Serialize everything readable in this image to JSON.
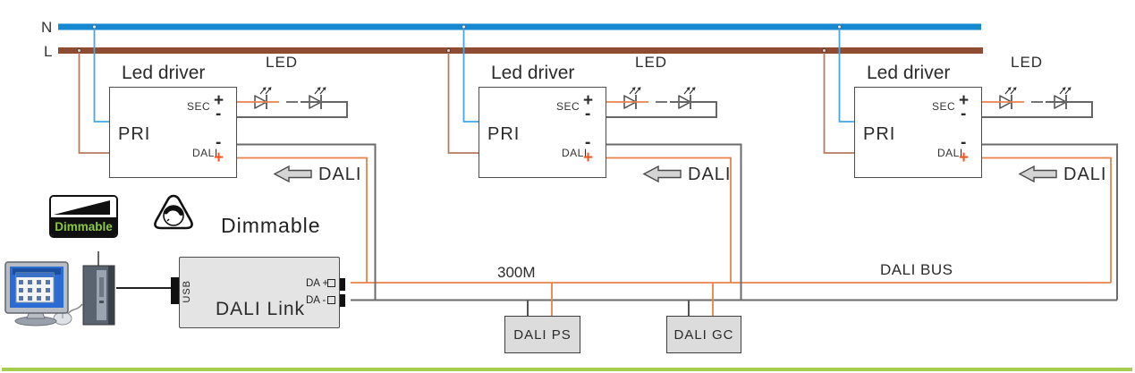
{
  "bus": {
    "neutral_label": "N",
    "live_label": "L"
  },
  "drivers": [
    {
      "title": "Led driver",
      "pri": "PRI",
      "sec": "SEC",
      "dali": "DALI",
      "sec_plus": "+",
      "sec_minus": "-",
      "dali_minus": "-",
      "dali_plus": "+",
      "led_label": "LED",
      "arrow_label": "DALI"
    },
    {
      "title": "Led driver",
      "pri": "PRI",
      "sec": "SEC",
      "dali": "DALI",
      "sec_plus": "+",
      "sec_minus": "-",
      "dali_minus": "-",
      "dali_plus": "+",
      "led_label": "LED",
      "arrow_label": "DALI"
    },
    {
      "title": "Led driver",
      "pri": "PRI",
      "sec": "SEC",
      "dali": "DALI",
      "sec_plus": "+",
      "sec_minus": "-",
      "dali_minus": "-",
      "dali_plus": "+",
      "led_label": "LED",
      "arrow_label": "DALI"
    }
  ],
  "controller": {
    "name": "DALI Link",
    "usb": "USB",
    "da_plus": "DA +",
    "da_minus": "DA -"
  },
  "dimmable": {
    "badge_text": "Dimmable",
    "caption": "Dimmable"
  },
  "bus_annotations": {
    "length": "300M",
    "bus_name": "DALI BUS"
  },
  "devices": [
    {
      "label": "DALI PS"
    },
    {
      "label": "DALI GC"
    }
  ],
  "colors": {
    "neutral_bus": "#1688d2",
    "live_bus": "#8e4d33",
    "neutral_wire": "#45a5e5",
    "live_wire": "#b67a5d",
    "dali_plus_wire": "#e8824a",
    "dali_minus_wire": "#6b6b6b",
    "terminal_plus": "#f15a24",
    "dimmable_green": "#8cc63e",
    "footer_green": "#a5cd52"
  },
  "icons": {
    "computer": "computer-icon",
    "dimmer_badge": "dimmable-badge-icon",
    "knob": "dimmer-knob-icon",
    "led": "led-diode-icon",
    "arrow": "dali-direction-arrow-icon"
  }
}
